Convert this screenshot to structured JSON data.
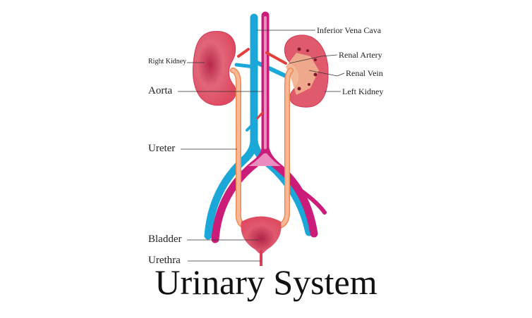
{
  "title": "Urinary System",
  "labels": {
    "inferior_vena_cava": "Inferior Vena Cava",
    "renal_artery": "Renal Artery",
    "renal_vein": "Renal Vein",
    "left_kidney": "Left Kidney",
    "right_kidney": "Right Kidney",
    "aorta": "Aorta",
    "ureter": "Ureter",
    "bladder": "Bladder",
    "urethra": "Urethra"
  },
  "colors": {
    "vein": "#1ba8d8",
    "artery": "#cc1c7a",
    "artery_inner": "#ea8cbd",
    "kidney": "#e0566c",
    "ureter": "#f5a582",
    "bladder": "#df4f66"
  }
}
